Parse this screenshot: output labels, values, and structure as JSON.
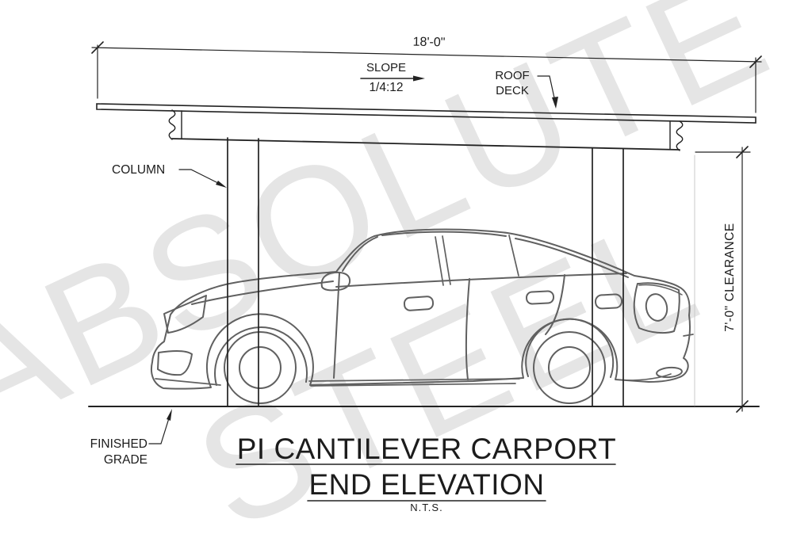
{
  "drawing": {
    "top_dimension_label": "18'-0\"",
    "slope": {
      "label": "SLOPE",
      "ratio": "1/4:12"
    },
    "roof_deck_label": {
      "line1": "ROOF",
      "line2": "DECK"
    },
    "column_label": "COLUMN",
    "clearance_dimension_label": "7'-0\" CLEARANCE",
    "finished_grade_label": {
      "line1": "FINISHED",
      "line2": "GRADE"
    }
  },
  "title_block": {
    "title": "PI CANTILEVER CARPORT",
    "subtitle": "END ELEVATION",
    "scale_note": "N.T.S."
  },
  "watermark": {
    "line1": "ABSOLUTE",
    "line2": "STEEL"
  },
  "colors": {
    "structure_line": "#222222",
    "car_line": "#606060",
    "watermark": "#e5e5e5",
    "faint_extension_line": "#c9c9c9",
    "background": "#ffffff"
  }
}
